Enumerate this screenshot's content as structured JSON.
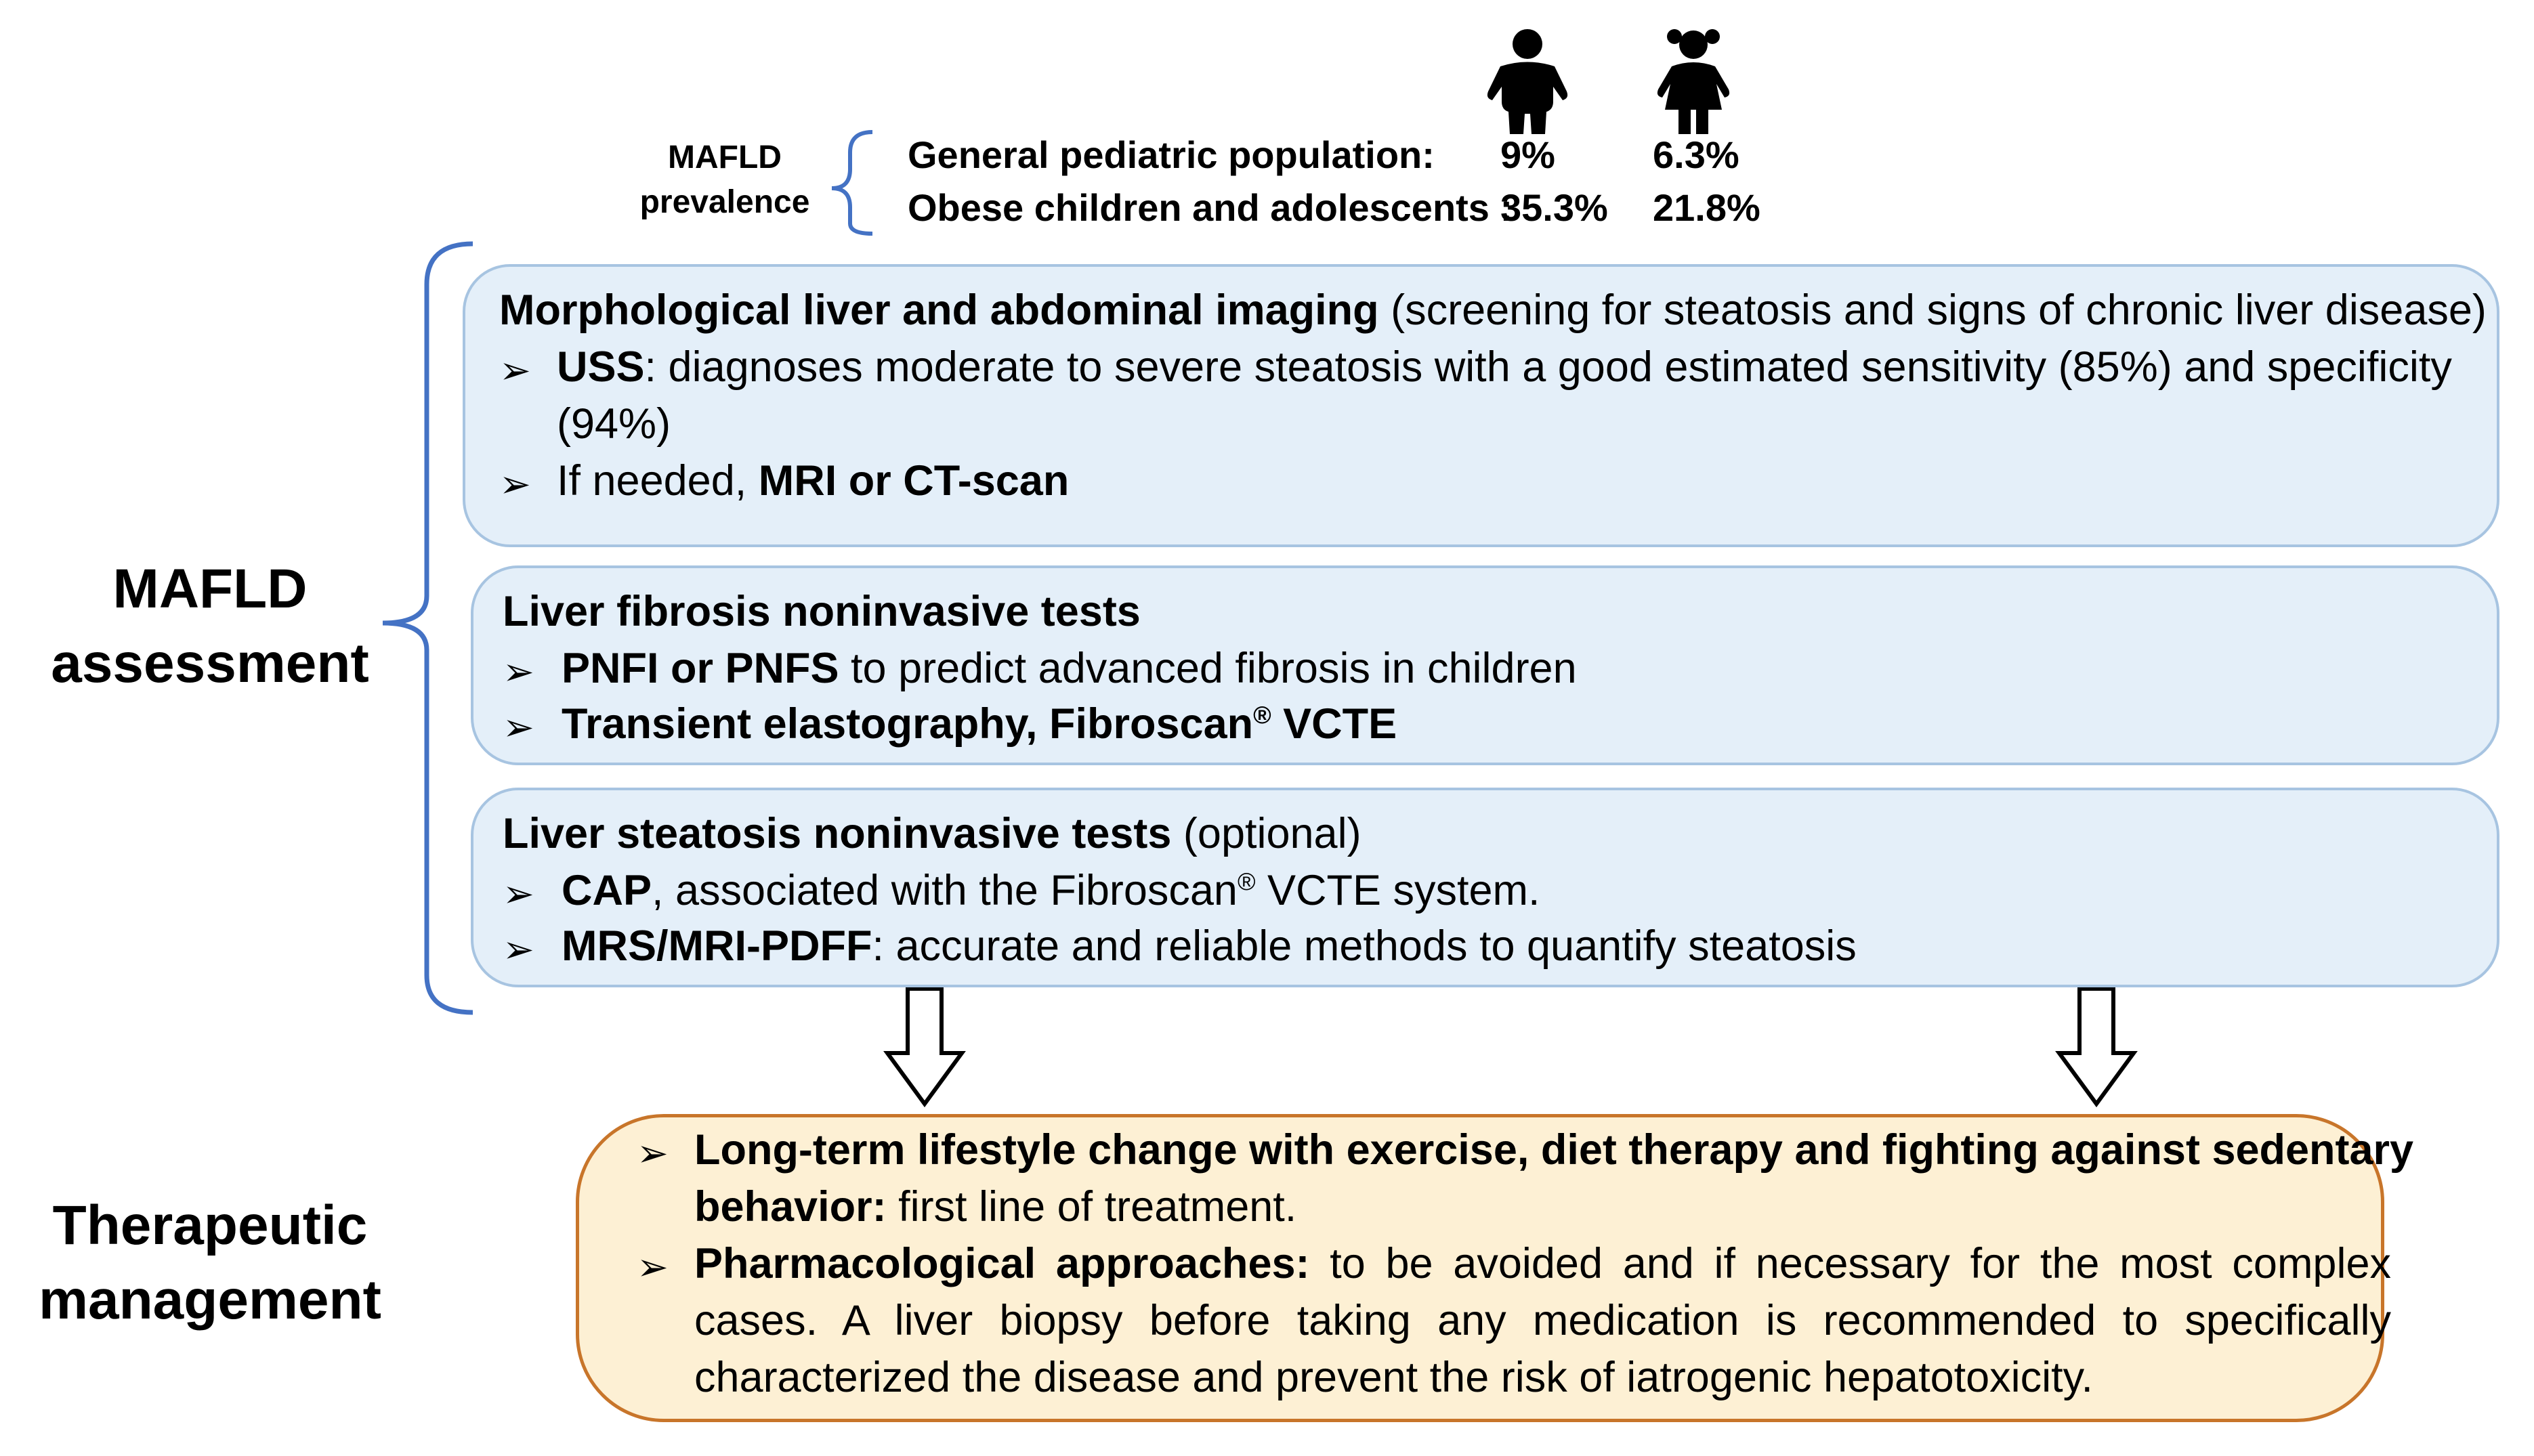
{
  "prevalence": {
    "label_line1": "MAFLD",
    "label_line2": "prevalence",
    "row1_label": "General pediatric population:",
    "row1_male": "9%",
    "row1_female": "6.3%",
    "row2_label": "Obese children and adolescents :",
    "row2_male": "35.3%",
    "row2_female": "21.8%"
  },
  "assessment_label": [
    "MAFLD",
    "assessment"
  ],
  "management_label": [
    "Therapeutic",
    "management"
  ],
  "box_imaging": {
    "title_bold": "Morphological liver and abdominal imaging",
    "title_rest": " (screening for steatosis and signs of chronic liver disease)",
    "item1_bold": "USS",
    "item1_rest": ": diagnoses moderate to severe steatosis with a good estimated sensitivity (85%) and specificity",
    "item1_cont": "(94%)",
    "item2_pre": "If needed, ",
    "item2_bold": "MRI or CT-scan"
  },
  "box_fibrosis": {
    "title_bold": "Liver fibrosis noninvasive tests",
    "item1_bold": "PNFI or PNFS",
    "item1_rest": " to predict advanced fibrosis in children",
    "item2_bold": "Transient elastography, Fibroscan",
    "item2_reg": "®",
    "item2_after": " VCTE"
  },
  "box_steatosis": {
    "title_bold": "Liver steatosis noninvasive tests",
    "title_rest": " (optional)",
    "item1_bold": "CAP",
    "item1_rest": ", associated with the Fibroscan",
    "item1_reg": "®",
    "item1_after": " VCTE system.",
    "item2_bold": "MRS/MRI-PDFF",
    "item2_rest": ": accurate and reliable methods to quantify steatosis"
  },
  "box_therapy": {
    "item1_bold_line1": "Long-term lifestyle change with exercise, diet therapy and fighting against sedentary",
    "item1_bold_line2": "behavior:",
    "item1_rest": " first line of treatment.",
    "item2_bold": "Pharmacological approaches:",
    "item2_line1_rest": " to be avoided and if necessary for the most complex",
    "item2_line2": "cases. A liver biopsy before taking any medication is recommended to specifically",
    "item2_line3": "characterized the disease and prevent the risk of iatrogenic hepatotoxicity."
  },
  "bullet_char": "➢",
  "colors": {
    "box_fill": "#e4eff9",
    "box_border": "#a7c4e1",
    "brace": "#4472c4",
    "therapy_fill": "#fdf0d4",
    "therapy_border": "#c8752a"
  },
  "icons": [
    "male-child-icon",
    "female-child-icon",
    "down-arrow-icon"
  ]
}
